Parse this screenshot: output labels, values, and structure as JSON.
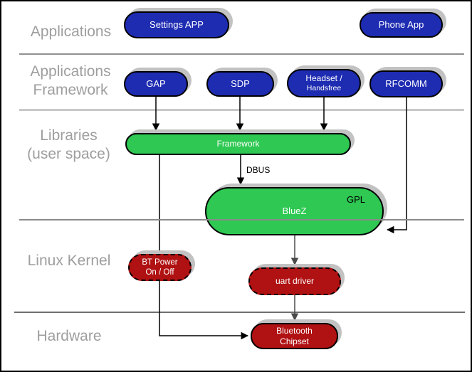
{
  "layers": {
    "applications": {
      "line1": "Applications"
    },
    "applications_framework": {
      "line1": "Applications",
      "line2": "Framework"
    },
    "libraries": {
      "line1": "Libraries",
      "line2": "(user space)"
    },
    "linux_kernel": {
      "line1": "Linux Kernel"
    },
    "hardware": {
      "line1": "Hardware"
    }
  },
  "nodes": {
    "settings_app": {
      "label": "Settings APP",
      "type": "blue"
    },
    "phone_app": {
      "label": "Phone App",
      "type": "blue"
    },
    "gap": {
      "label": "GAP",
      "type": "blue"
    },
    "sdp": {
      "label": "SDP",
      "type": "blue"
    },
    "headset": {
      "line1": "Headset /",
      "line2": "Handsfree",
      "type": "blue"
    },
    "rfcomm": {
      "label": "RFCOMM",
      "type": "blue"
    },
    "framework": {
      "label": "Framework",
      "type": "green"
    },
    "bluez": {
      "label": "BlueZ",
      "badge": "GPL",
      "type": "green"
    },
    "bt_power": {
      "line1": "BT Power",
      "line2": "On / Off",
      "type": "red-dashed"
    },
    "uart_driver": {
      "label": "uart driver",
      "type": "red-dashed"
    },
    "bluetooth_chipset": {
      "line1": "Bluetooth",
      "line2": "Chipset",
      "type": "red"
    }
  },
  "labels": {
    "dbus": "DBUS"
  },
  "connections": [
    {
      "from": "gap",
      "to": "framework"
    },
    {
      "from": "sdp",
      "to": "framework"
    },
    {
      "from": "headset",
      "to": "framework"
    },
    {
      "from": "rfcomm",
      "to": "bluez"
    },
    {
      "from": "framework",
      "to": "bluez",
      "label": "DBUS"
    },
    {
      "from": "framework",
      "to": "bluetooth_chipset"
    },
    {
      "from": "bluez",
      "to": "uart_driver"
    },
    {
      "from": "uart_driver",
      "to": "bluetooth_chipset"
    }
  ],
  "colors": {
    "blue": "#1e2cb2",
    "green": "#2ec852",
    "red": "#b01112",
    "shadow": "#c2c2c2",
    "layer_label": "#9e9e9e",
    "divider_dark": "#8a8a8a",
    "divider_light": "#c8c8c8"
  }
}
